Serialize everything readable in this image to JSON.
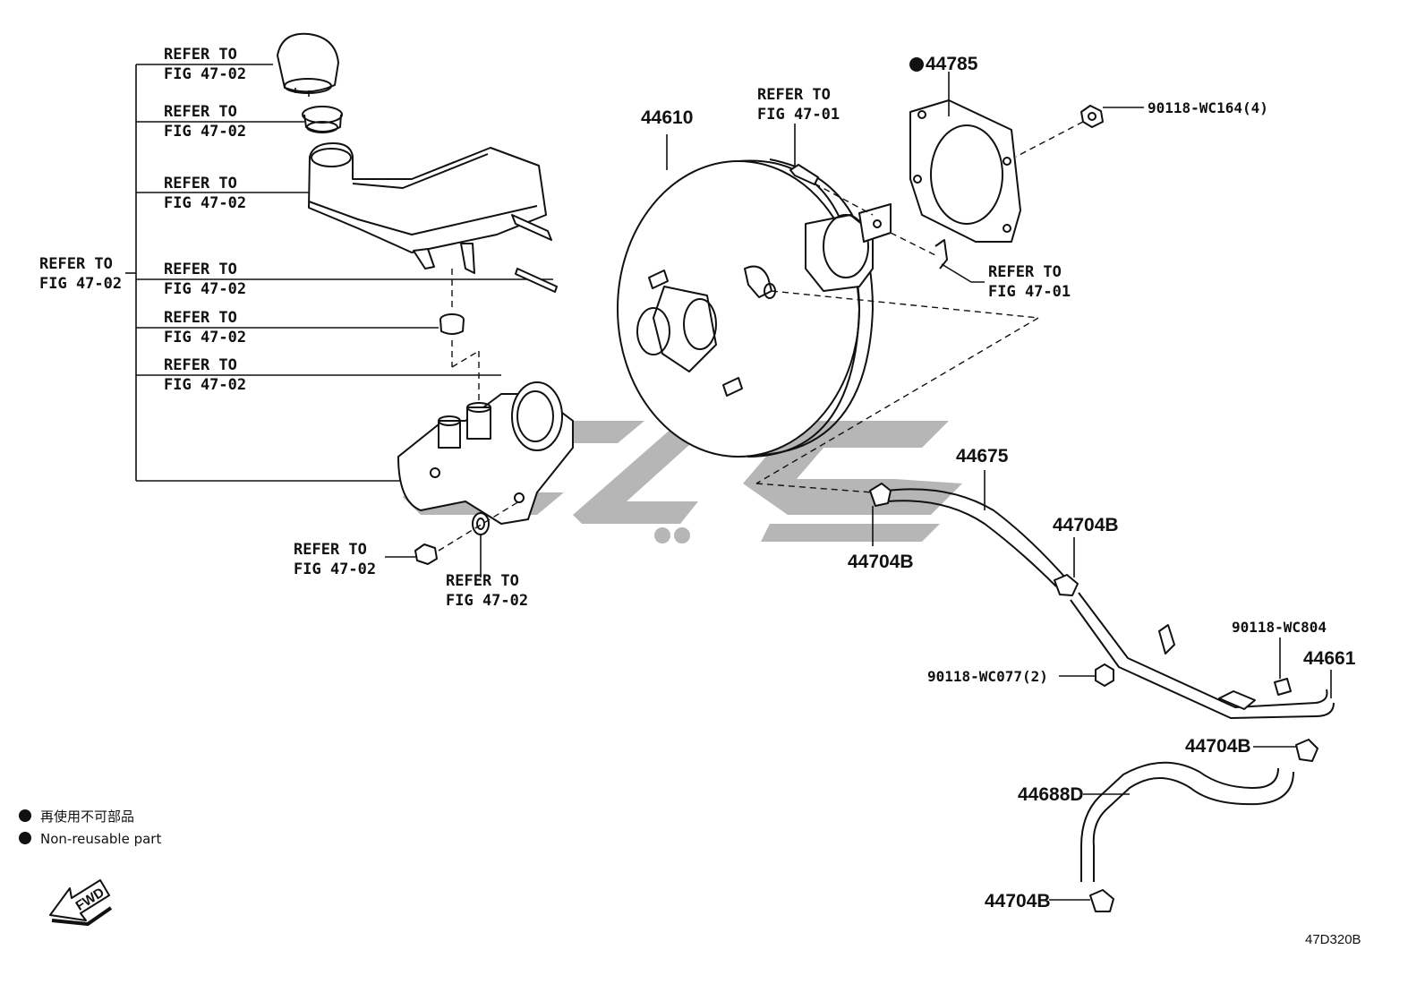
{
  "refer_labels": {
    "fig4702_line1": "REFER TO",
    "fig4702_line2": "FIG 47-02",
    "fig4701_line1": "REFER TO",
    "fig4701_line2": "FIG 47-01"
  },
  "part_numbers": {
    "booster": "44610",
    "gasket": "44785",
    "nut_booster": "90118-WC164(4)",
    "hose_main": "44675",
    "clamp": "44704B",
    "nut_bracket": "90118-WC077(2)",
    "bolt": "90118-WC804",
    "pipe": "44661",
    "hose_lower": "44688D"
  },
  "legend": {
    "japanese": "再使用不可部品",
    "english": "Non-reusable part"
  },
  "fwd_label": "FWD",
  "figure_code": "47D320B"
}
